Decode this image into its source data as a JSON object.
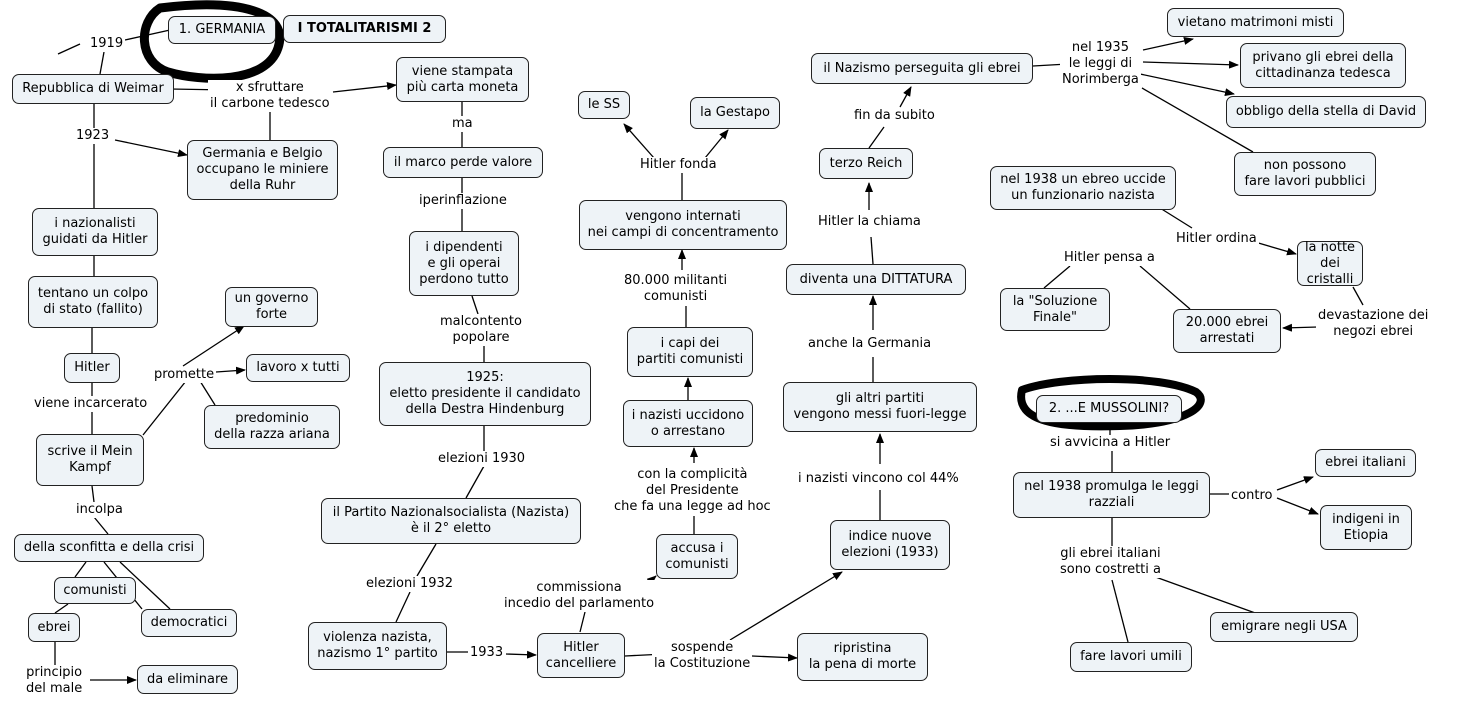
{
  "title": "I TOTALITARISMI 2",
  "sections": {
    "germany": "1. GERMANIA",
    "italy": "2. ...E MUSSOLINI?"
  },
  "nodes": {
    "weimar": "Repubblica di Weimar",
    "ruhr": "Germania e Belgio\noccupano le miniere\ndella Ruhr",
    "nationalists": "i nazionalisti\nguidati da Hitler",
    "coup": "tentano un colpo\ndi stato (fallito)",
    "hitler": "Hitler",
    "meinkampf": "scrive il Mein\nKampf",
    "governo_forte": "un governo\nforte",
    "lavoro": "lavoro x tutti",
    "predominio": "predominio\ndella razza ariana",
    "sconfitta": "della sconfitta e della crisi",
    "comunisti": "comunisti",
    "ebrei": "ebrei",
    "democratici": "democratici",
    "eliminare": "da eliminare",
    "cartamoneta": "viene stampata\npiù carta moneta",
    "marco": "il marco perde valore",
    "dipendenti": "i dipendenti\ne gli operai\nperdono tutto",
    "hindenburg": "1925:\neletto presidente il candidato\ndella Destra Hindenburg",
    "partito_nazista": "il Partito Nazionalsocialista (Nazista)\nè il 2° eletto",
    "violenza": "violenza nazista,\nnazismo 1° partito",
    "cancelliere": "Hitler\ncancelliere",
    "ss": "le SS",
    "gestapo": "la Gestapo",
    "campi": "vengono internati\nnei campi di concentramento",
    "capi": "i capi dei\npartiti comunisti",
    "uccidono": "i nazisti uccidono\no arrestano",
    "accusa": "accusa i\ncomunisti",
    "pena_morte": "ripristina\nla pena di morte",
    "elezioni1933": "indice nuove\nelezioni (1933)",
    "fuorilegge": "gli altri partiti\nvengono messi fuori-legge",
    "dittatura": "diventa una DITTATURA",
    "terzo_reich": "terzo Reich",
    "perseguita": "il Nazismo perseguita gli ebrei",
    "matrimoni": "vietano matrimoni misti",
    "cittadinanza": "privano gli ebrei della\ncittadinanza tedesca",
    "stella": "obbligo della stella di David",
    "lavori_pubblici": "non possono\nfare lavori pubblici",
    "funzionario": "nel 1938 un ebreo uccide\nun funzionario nazista",
    "notte_cristalli": "la notte dei\ncristalli",
    "soluzione": "la \"Soluzione\nFinale\"",
    "arrestati": "20.000 ebrei\narrestati",
    "leggi_razziali": "nel 1938 promulga le leggi\nrazziali",
    "ebrei_italiani": "ebrei italiani",
    "etiopia": "indigeni in\nEtiopia",
    "emigrare": "emigrare negli USA",
    "lavori_umili": "fare lavori umili"
  },
  "labels": {
    "y1919": "1919",
    "y1923": "1923",
    "sfruttare": "x  sfruttare\nil carbone tedesco",
    "incarcerato": "viene incarcerato",
    "promette": "promette",
    "incolpa": "incolpa",
    "principio": "principio\ndel male",
    "ma": "ma",
    "iperinflazione": "iperinflazione",
    "malcontento": "malcontento\npopolare",
    "elezioni1930": "elezioni 1930",
    "elezioni1932": "elezioni 1932",
    "y1933": "1933",
    "commissiona": "commissiona\nincedio del parlamento",
    "sospende": "sospende\nla Costituzione",
    "hitler_fonda": "Hitler fonda",
    "militanti": "80.000 militanti\ncomunisti",
    "complicita": "con la complicità\ndel Presidente\nche fa una legge ad hoc",
    "vincono": "i nazisti vincono col 44%",
    "anche": "anche la Germania",
    "chiama": "Hitler la chiama",
    "fin_da_subito": "fin da subito",
    "norimberga": "nel 1935\nle leggi di\nNorimberga",
    "ordina": "Hitler ordina",
    "pensa": "Hitler pensa a",
    "devastazione": "devastazione dei\nnegozi ebrei",
    "avvicina": "si avvicina a Hitler",
    "contro": "contro",
    "costretti": "gli ebrei italiani\nsono costretti a"
  },
  "colors": {
    "node_fill": "#eef3f7",
    "border": "#222222",
    "highlight_ring": "#000000"
  }
}
